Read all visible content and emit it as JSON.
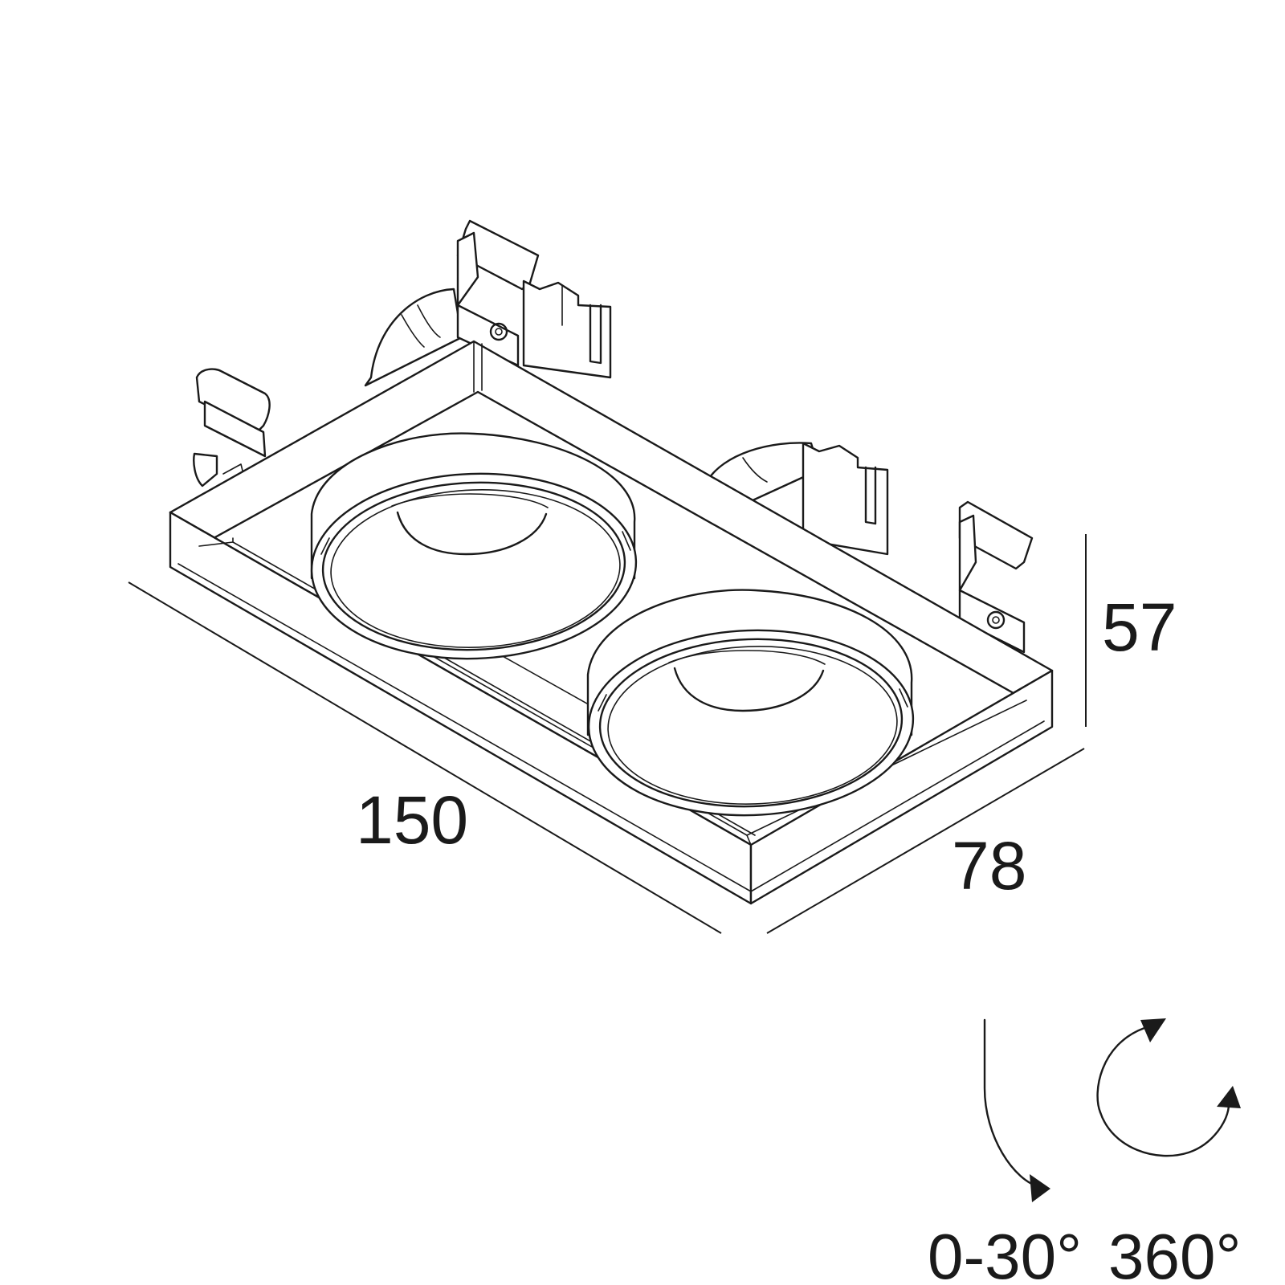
{
  "dimensions": {
    "length": "150",
    "width": "78",
    "height": "57"
  },
  "rotation": {
    "tilt_label": "0-30°",
    "rotate_label": "360°"
  },
  "icons": {
    "tilt": "tilt-arrow-icon",
    "rotate": "rotate-arrow-icon"
  },
  "colors": {
    "line": "#1a1a1a",
    "background": "#ffffff"
  }
}
